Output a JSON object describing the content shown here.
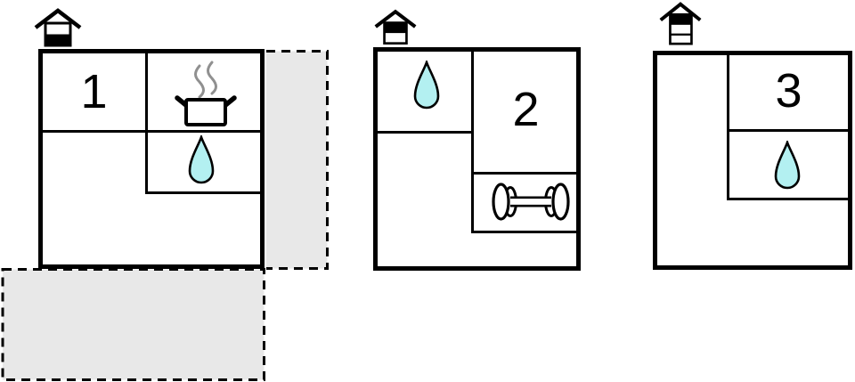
{
  "diagram": {
    "kind": "floor-plan",
    "unit_count": 3
  },
  "colors": {
    "background": "#ffffff",
    "wall": "#000000",
    "label": "#000000",
    "terrace-fill": "#e8e8e8",
    "terrace-border": "#000000",
    "water-fill": "#b3f0f1",
    "steam": "#909090"
  },
  "units": [
    {
      "label": "1",
      "floor_icon": "house-ground-floor-icon",
      "feature_icons": [
        "cooking-pot-icon",
        "water-drop-icon"
      ],
      "outdoor_areas": [
        "terrace-right",
        "terrace-bottom"
      ]
    },
    {
      "label": "2",
      "floor_icon": "house-upper-floor-icon",
      "feature_icons": [
        "water-drop-icon",
        "dumbbell-icon"
      ],
      "outdoor_areas": []
    },
    {
      "label": "3",
      "floor_icon": "house-third-floor-icon",
      "feature_icons": [
        "water-drop-icon"
      ],
      "outdoor_areas": []
    }
  ]
}
